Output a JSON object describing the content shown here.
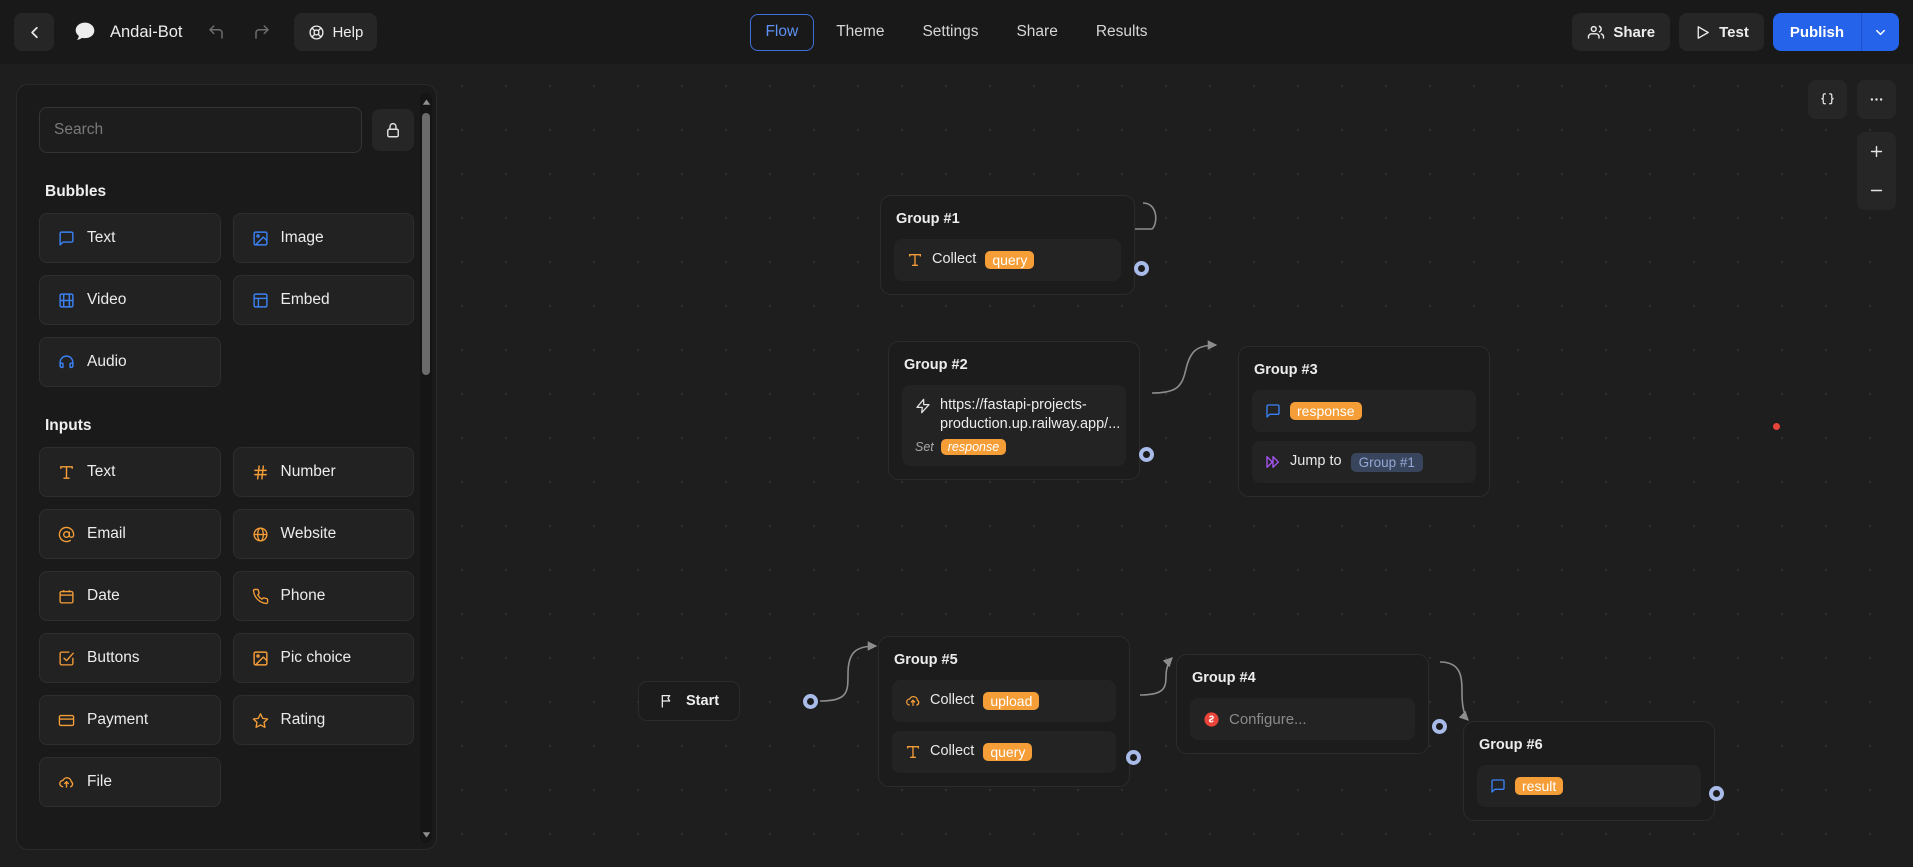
{
  "header": {
    "back_icon": "chevron-left-icon",
    "avatar_icon": "chat-bubble-icon",
    "bot_name": "Andai-Bot",
    "undo_icon": "undo-icon",
    "redo_icon": "redo-icon",
    "help_label": "Help",
    "help_icon": "lifebuoy-icon",
    "tabs": [
      {
        "label": "Flow",
        "active": true
      },
      {
        "label": "Theme",
        "active": false
      },
      {
        "label": "Settings",
        "active": false
      },
      {
        "label": "Share",
        "active": false
      },
      {
        "label": "Results",
        "active": false
      }
    ],
    "share_label": "Share",
    "share_icon": "users-icon",
    "test_label": "Test",
    "test_icon": "play-icon",
    "publish_label": "Publish",
    "publish_caret_icon": "chevron-down-icon",
    "accent_blue": "#2563eb",
    "tab_active_color": "#5f92f5"
  },
  "sidebar": {
    "search_placeholder": "Search",
    "search_value": "",
    "lock_icon": "lock-icon",
    "sections": [
      {
        "title": "Bubbles",
        "icon_color": "#3b82f6",
        "items": [
          {
            "label": "Text",
            "icon": "message-square-icon"
          },
          {
            "label": "Image",
            "icon": "image-icon"
          },
          {
            "label": "Video",
            "icon": "film-icon"
          },
          {
            "label": "Embed",
            "icon": "layout-icon"
          },
          {
            "label": "Audio",
            "icon": "headphones-icon"
          }
        ]
      },
      {
        "title": "Inputs",
        "icon_color": "#f59e38",
        "items": [
          {
            "label": "Text",
            "icon": "type-icon"
          },
          {
            "label": "Number",
            "icon": "hash-icon"
          },
          {
            "label": "Email",
            "icon": "at-sign-icon"
          },
          {
            "label": "Website",
            "icon": "globe-icon"
          },
          {
            "label": "Date",
            "icon": "calendar-icon"
          },
          {
            "label": "Phone",
            "icon": "phone-icon"
          },
          {
            "label": "Buttons",
            "icon": "check-square-icon"
          },
          {
            "label": "Pic choice",
            "icon": "image-icon"
          },
          {
            "label": "Payment",
            "icon": "credit-card-icon"
          },
          {
            "label": "Rating",
            "icon": "star-icon"
          },
          {
            "label": "File",
            "icon": "upload-cloud-icon"
          }
        ]
      }
    ]
  },
  "canvas": {
    "start_node": {
      "label": "Start",
      "icon": "flag-icon"
    },
    "groups": [
      {
        "title": "Group #1",
        "blocks": [
          {
            "icon": "type-icon",
            "prefix": "Collect",
            "badge": "query",
            "badge_style": "orange"
          }
        ]
      },
      {
        "title": "Group #2",
        "blocks": [
          {
            "icon": "zap-icon",
            "url": "https://fastapi-projects-production.up.railway.app/...",
            "set_label": "Set",
            "badge": "response",
            "badge_style": "orange"
          }
        ]
      },
      {
        "title": "Group #3",
        "blocks": [
          {
            "icon": "message-square-icon",
            "prefix": "",
            "badge": "response",
            "badge_style": "orange"
          },
          {
            "icon": "jump-icon",
            "prefix": "Jump to",
            "badge": "Group #1",
            "badge_style": "slate"
          }
        ]
      },
      {
        "title": "Group #4",
        "blocks": [
          {
            "icon": "openai-icon",
            "text": "Configure...",
            "muted": true
          }
        ]
      },
      {
        "title": "Group #5",
        "blocks": [
          {
            "icon": "upload-cloud-icon",
            "prefix": "Collect",
            "badge": "upload",
            "badge_style": "orange"
          },
          {
            "icon": "type-icon",
            "prefix": "Collect",
            "badge": "query",
            "badge_style": "orange"
          }
        ]
      },
      {
        "title": "Group #6",
        "blocks": [
          {
            "icon": "message-square-icon",
            "prefix": "",
            "badge": "result",
            "badge_style": "orange"
          }
        ]
      }
    ],
    "controls": {
      "variables_label": "{}",
      "variables_icon": "braces-icon",
      "more_icon": "ellipsis-icon",
      "zoom_in_icon": "plus-icon",
      "zoom_out_icon": "minus-icon"
    }
  }
}
